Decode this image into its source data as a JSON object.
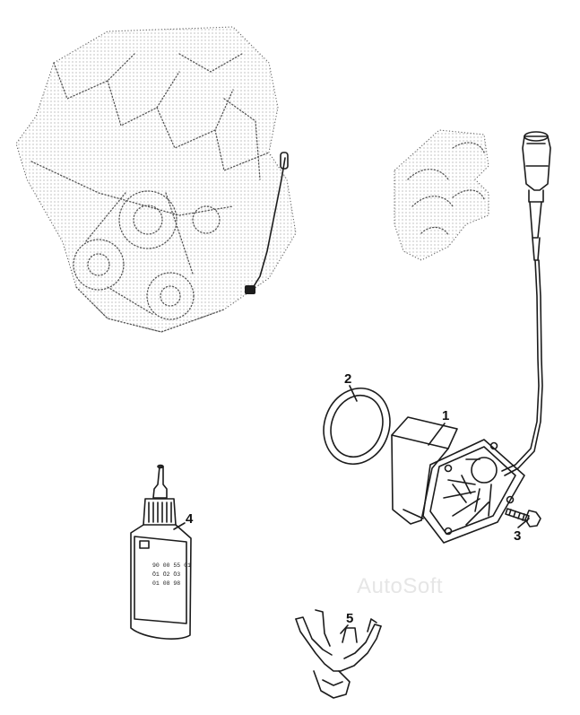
{
  "callouts": [
    {
      "label": "1"
    },
    {
      "label": "2"
    },
    {
      "label": "3"
    },
    {
      "label": "4"
    },
    {
      "label": "5"
    }
  ],
  "bottle_label": {
    "line1": "90 00 55 01",
    "line2": "Ö1 Ö2 Ö3",
    "line4": "01 08 98"
  },
  "watermark": "AutoSoft"
}
